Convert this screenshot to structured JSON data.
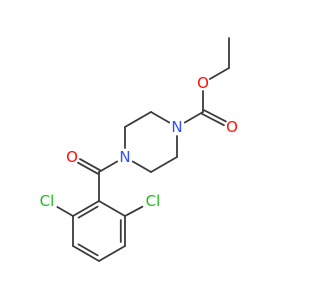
{
  "structure": {
    "atoms": {
      "o_ether": {
        "symbol": "O",
        "color": "#ff0d0d"
      },
      "o_carbamate": {
        "symbol": "O",
        "color": "#ff0d0d"
      },
      "n_carbamate": {
        "symbol": "N",
        "color": "#3050f8"
      },
      "n_amide": {
        "symbol": "N",
        "color": "#3050f8"
      },
      "o_amide": {
        "symbol": "O",
        "color": "#ff0d0d"
      },
      "cl_left": {
        "symbol": "Cl",
        "color": "#1fbf1f"
      },
      "cl_right": {
        "symbol": "Cl",
        "color": "#1fbf1f"
      }
    },
    "bond_color": "#3a3a3a"
  }
}
